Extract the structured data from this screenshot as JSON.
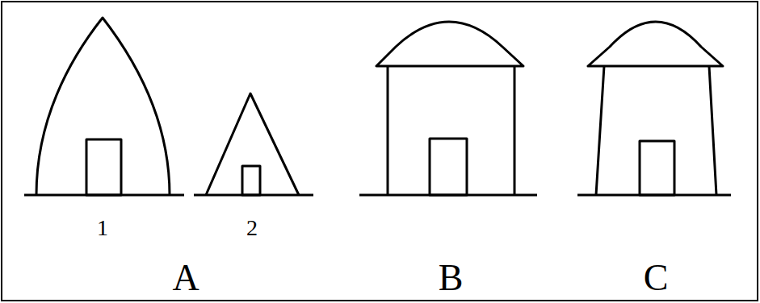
{
  "diagram": {
    "labels": [
      "1",
      "2",
      "A",
      "B",
      "C"
    ]
  }
}
